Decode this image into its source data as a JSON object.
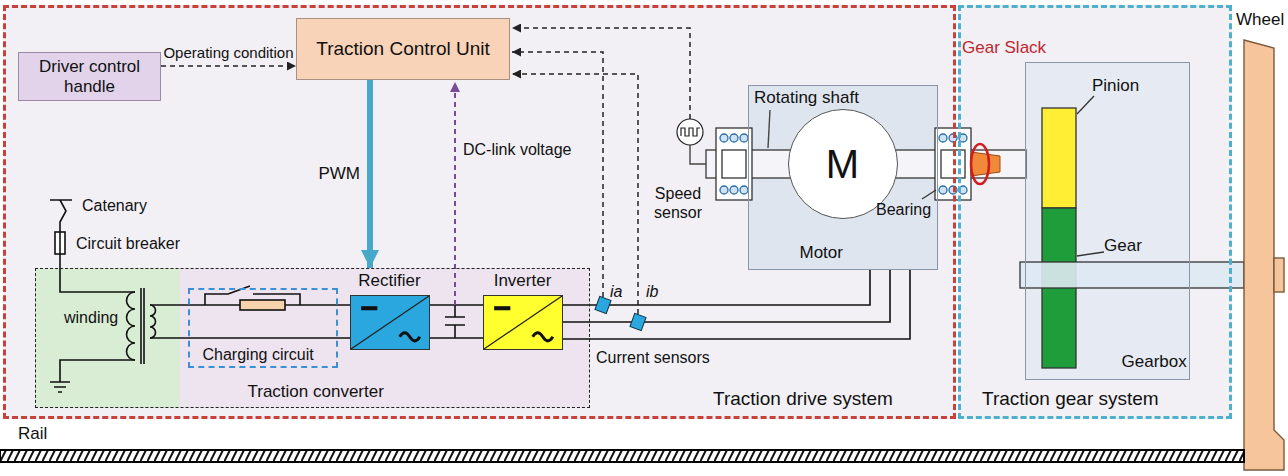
{
  "diagram": {
    "nodes": [
      {
        "text": [
          "Traction drive system"
        ]
      },
      {
        "text": [
          "Traction gear system"
        ]
      },
      {
        "text": [
          "Driver control handle"
        ],
        "in": 0
      },
      {
        "text": [
          "Traction Control Unit"
        ],
        "in": 0
      },
      {
        "text": [
          "Traction converter"
        ],
        "in": 0
      },
      {
        "text": [
          "Charging circuit"
        ],
        "in": 4
      },
      {
        "text": [
          "Rectifier"
        ],
        "in": 4
      },
      {
        "text": [
          "Inverter"
        ],
        "in": 4
      },
      {
        "text": [
          "Motor"
        ],
        "in": 0
      },
      {
        "text": [
          "M"
        ],
        "in": 8
      },
      {
        "text": [
          "Gearbox"
        ],
        "in": 1
      }
    ],
    "edges": [
      {
        "from": 2,
        "to": 3,
        "label": "Operating condition",
        "arrow": "to"
      },
      {
        "from": 3,
        "to": 4,
        "label": "PWM",
        "arrow": "to"
      }
    ],
    "labels": [
      "Catenary",
      "Circuit breaker",
      "winding",
      "DC-link voltage",
      "ia",
      "ib",
      "Current sensors",
      "Speed sensor",
      "Rotating shaft",
      "Bearing",
      "Gear Slack",
      "Pinion",
      "Gear",
      "Wheel",
      "Rail"
    ]
  }
}
